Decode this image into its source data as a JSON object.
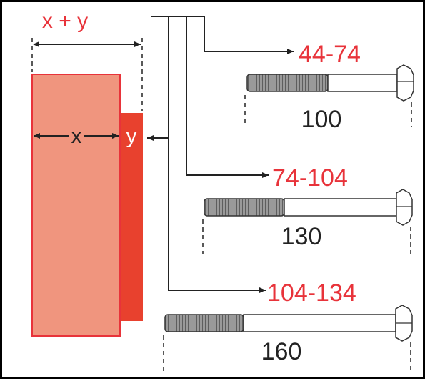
{
  "diagram": {
    "top_label": "x + y",
    "x_label": "x",
    "y_label": "y",
    "bolts": [
      {
        "range": "44-74",
        "length": "100"
      },
      {
        "range": "74-104",
        "length": "130"
      },
      {
        "range": "104-134",
        "length": "160"
      }
    ]
  },
  "colors": {
    "accent_red": "#e8333a",
    "panel_salmon": "#f0957e",
    "panel_red": "#e8412e",
    "line": "#222222",
    "bolt_fill": "#ffffff",
    "thread_fill": "#9a9a9a"
  }
}
